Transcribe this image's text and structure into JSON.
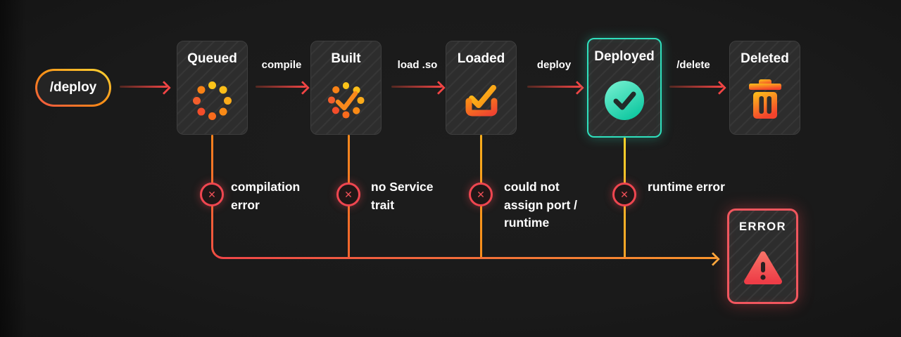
{
  "colors": {
    "background": "#1a1a1a",
    "card": "#2d2d2d",
    "accent_red": "#ef4650",
    "accent_orange": "#f98a16",
    "accent_yellow": "#fcc419",
    "accent_teal": "#2fe0bd",
    "text": "#ffffff"
  },
  "start_node": {
    "label": "/deploy"
  },
  "states": [
    {
      "label": "Queued",
      "icon": "spinner-dots-icon"
    },
    {
      "label": "Built",
      "icon": "spinner-check-icon"
    },
    {
      "label": "Loaded",
      "icon": "tray-check-icon"
    },
    {
      "label": "Deployed",
      "icon": "circle-check-icon",
      "highlighted": true
    },
    {
      "label": "Deleted",
      "icon": "trash-icon"
    }
  ],
  "transitions": [
    {
      "label": "compile"
    },
    {
      "label": "load .so"
    },
    {
      "label": "deploy"
    },
    {
      "label": "/delete"
    }
  ],
  "error_branches": [
    {
      "from": "Queued",
      "label": "compilation error"
    },
    {
      "from": "Built",
      "label": "no Service trait"
    },
    {
      "from": "Loaded",
      "label": "could not assign port / runtime"
    },
    {
      "from": "Deployed",
      "label": "runtime error"
    }
  ],
  "error_node": {
    "label": "ERROR",
    "icon": "warning-triangle-icon"
  },
  "badge_glyph": "✕"
}
